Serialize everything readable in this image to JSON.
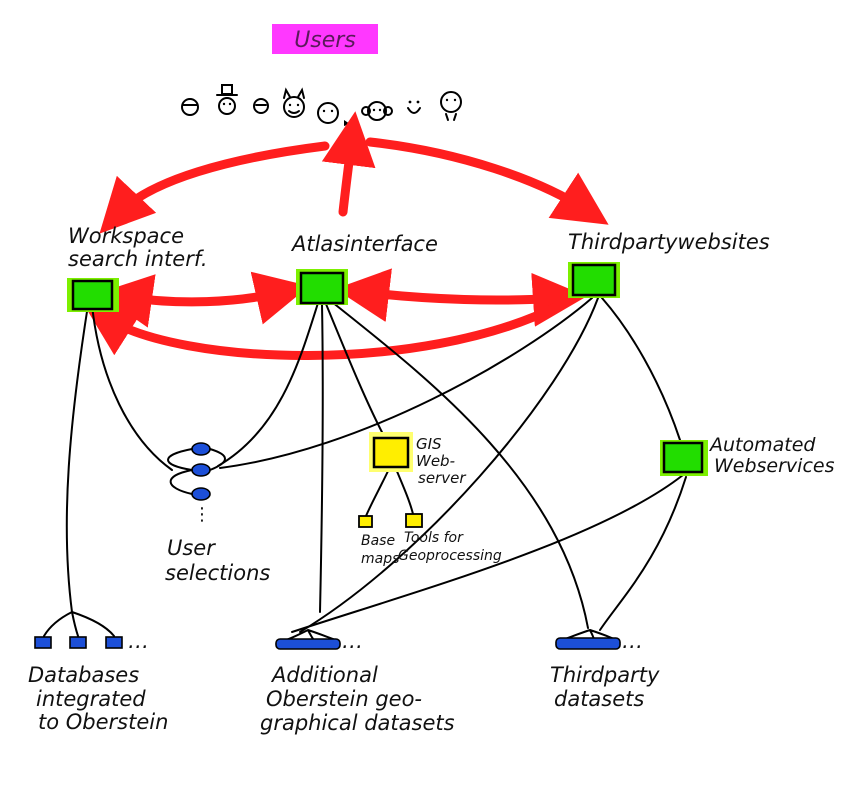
{
  "diagram": {
    "title": "Users",
    "nodes": {
      "workspace": [
        "Workspace",
        "search interf."
      ],
      "atlas": [
        "Atlasinterface"
      ],
      "thirdparty": [
        "Thirdpartywebsites"
      ],
      "gis": [
        "GIS",
        "Web-",
        "server"
      ],
      "automated": [
        "Automated",
        "Webservices"
      ],
      "basemaps": [
        "Base",
        "maps"
      ],
      "tools": [
        "Tools for",
        "Geoprocessing"
      ],
      "userselections": [
        "User",
        "selections"
      ],
      "databases": [
        "Databases",
        "integrated",
        "to Oberstein"
      ],
      "additional": [
        "Additional",
        "Oberstein geo-",
        "graphical datasets"
      ],
      "thirdpartydata": [
        "Thirdparty",
        "datasets"
      ]
    },
    "colors": {
      "arrow": "#ff1e1e",
      "green_box": "#22dd00",
      "green_halo": "#7cf000",
      "yellow_box": "#ffee00",
      "yellow_halo": "#ffff70",
      "dataset": "#1c4fd8",
      "title_highlight": "#ff22ff"
    },
    "user_icons": [
      "face-icon",
      "hat-face-icon",
      "face-icon",
      "cat-face-icon",
      "face-icon",
      "face-icon",
      "smile-icon",
      "face-icon"
    ]
  }
}
